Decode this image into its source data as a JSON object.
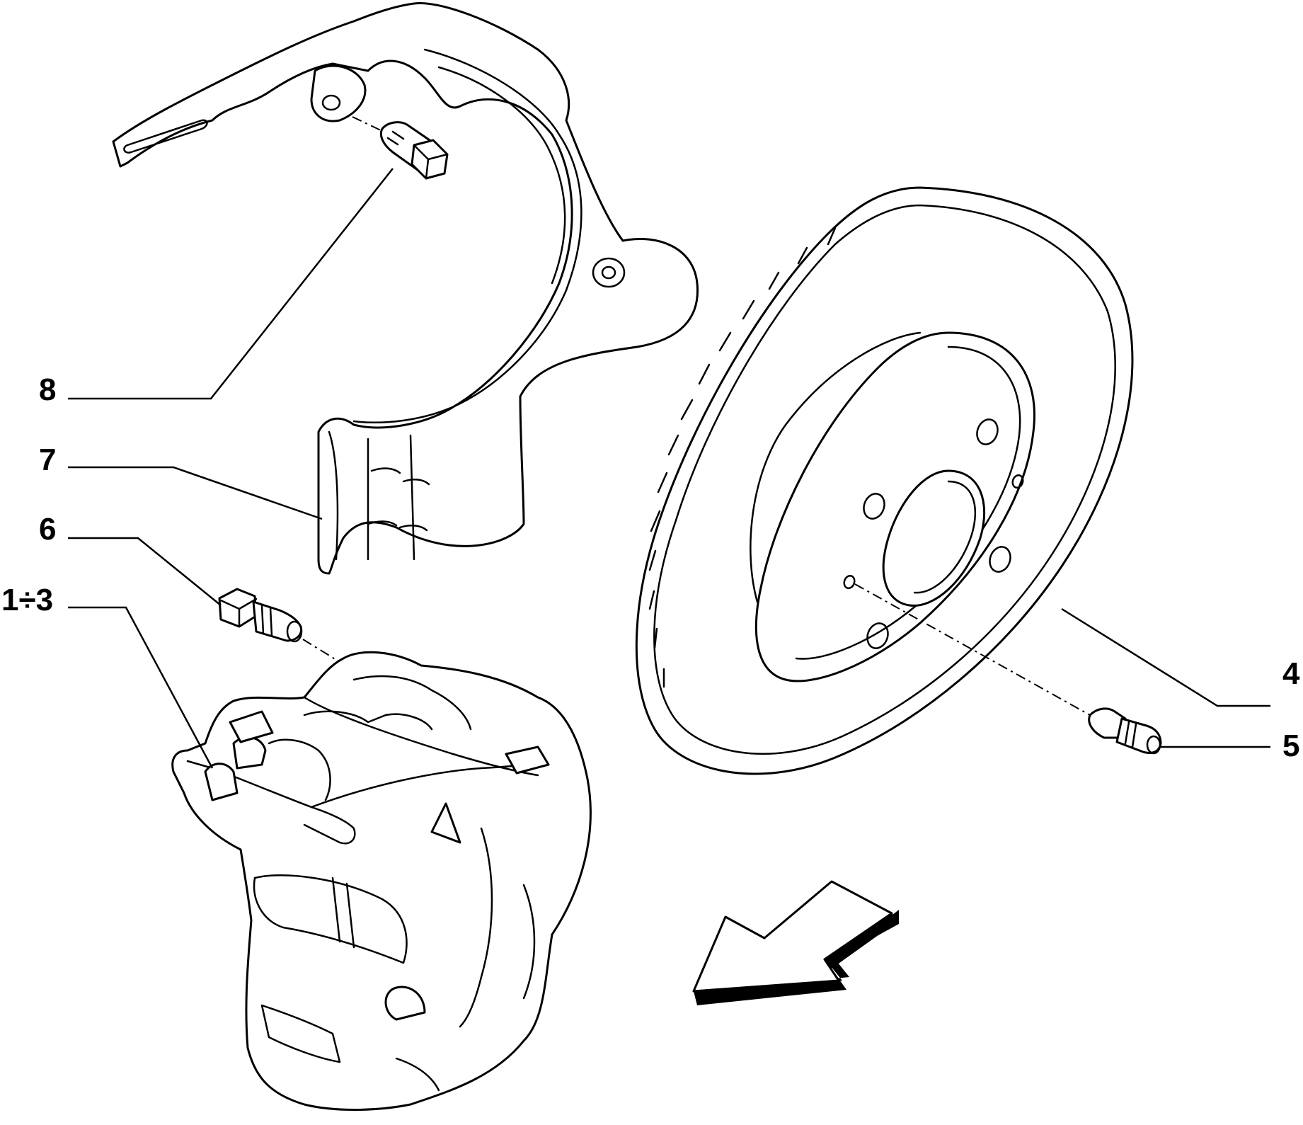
{
  "callouts": [
    {
      "id": "8",
      "label": "8"
    },
    {
      "id": "7",
      "label": "7"
    },
    {
      "id": "6",
      "label": "6"
    },
    {
      "id": "1-3",
      "label": "1÷3"
    },
    {
      "id": "4",
      "label": "4"
    },
    {
      "id": "5",
      "label": "5"
    }
  ],
  "parts": {
    "dust_shield": "brake-dust-shield",
    "shield_bolt": "shield-bolt",
    "caliper_bolt": "caliper-bolt",
    "caliper": "brake-caliper",
    "disc": "brake-disc",
    "disc_screw": "disc-screw",
    "direction_arrow": "direction-arrow"
  }
}
